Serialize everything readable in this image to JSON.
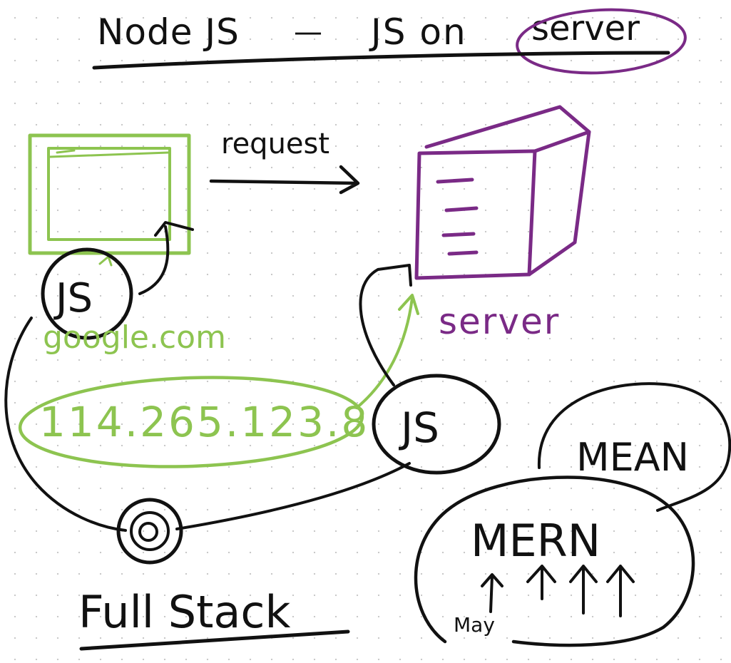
{
  "title": {
    "left": "Node JS",
    "dash": "—",
    "right_prefix": "JS on",
    "highlight": "server"
  },
  "arrow_label": "request",
  "client": {
    "label": "JS",
    "hostname": "google.com",
    "ip": "114.265.123.8"
  },
  "server": {
    "label": "server",
    "runtime_label": "JS"
  },
  "stack": {
    "top": "MEAN",
    "main": "MERN",
    "note": "May"
  },
  "footer": {
    "label": "Full Stack"
  },
  "colors": {
    "ink": "#111111",
    "green": "#8dc450",
    "purple": "#7a2a86"
  }
}
